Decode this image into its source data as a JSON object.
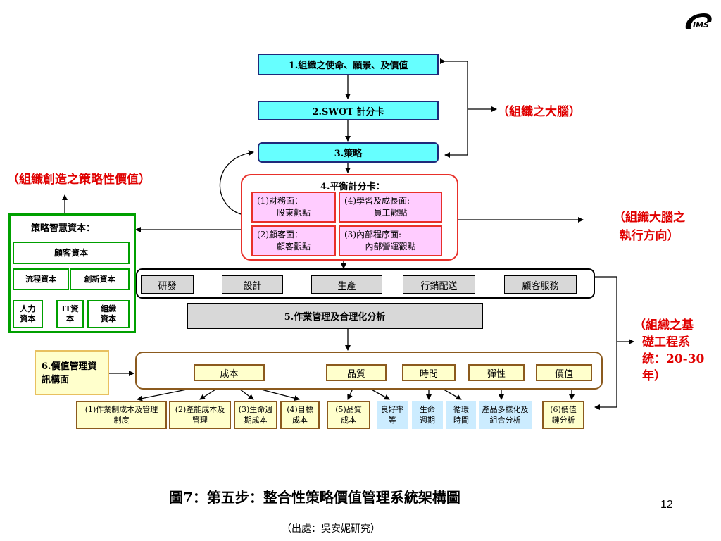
{
  "logo_text": "IMS",
  "top": {
    "mission": "1.組織之使命、願景、及價值",
    "swot": "2.SWOT 計分卡",
    "strategy": "3.策略"
  },
  "bsc": {
    "title": "4.平衡計分卡：",
    "cells": [
      {
        "line1": "(1)財務面：",
        "line2": "股東觀點"
      },
      {
        "line1": "(4)學習及成長面:",
        "line2": "員工觀點"
      },
      {
        "line1": "(2)顧客面：",
        "line2": "顧客觀點"
      },
      {
        "line1": "(3)內部程序面:",
        "line2": "內部營運觀點"
      }
    ]
  },
  "labels": {
    "brain": "（組織之大腦）",
    "create_value": "（組織創造之策略性價值）",
    "exec_dir_1": "（組織大腦之",
    "exec_dir_2": "執行方向）",
    "infra_1": "（組織之基",
    "infra_2": "礎工程系",
    "infra_3": "統：20-30",
    "infra_4": "年）"
  },
  "capital": {
    "title": "策略智慧資本：",
    "customer": "顧客資本",
    "process": "流程資本",
    "innovation": "創新資本",
    "human": "人力資本",
    "it": "IT資本",
    "org": "組織資本"
  },
  "chain": [
    "研發",
    "設計",
    "生產",
    "行銷配送",
    "顧客服務"
  ],
  "ops": "5.作業管理及合理化分析",
  "vm": "6.價值管理資訊構面",
  "dims": [
    "成本",
    "品質",
    "時間",
    "彈性",
    "價值"
  ],
  "subs": [
    "(1)作業制成本及管理制度",
    "(2)產能成本及管理",
    "(3)生命週期成本",
    "(4)目標成本",
    "(5)品質成本",
    "良好率等",
    "生命週期",
    "循環時間",
    "產品多樣化及組合分析",
    "(6)價值鏈分析"
  ],
  "caption": "圖7：第五步：整合性策略價值管理系統架構圖",
  "page_number": "12",
  "source": "（出處：吳安妮研究）",
  "colors": {
    "cyan_fill": "#66ffff",
    "red_label": "#e00000",
    "pink_fill": "#ffccff",
    "green_border": "#00a000",
    "tan_fill": "#ffffcc",
    "tan_border": "#8b5a1e",
    "light_blue_fill": "#ccecff",
    "gray_fill": "#d8d8d8"
  }
}
